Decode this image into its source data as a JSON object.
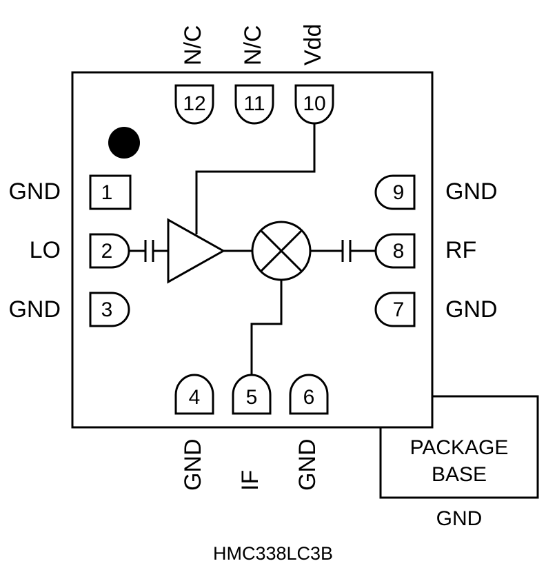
{
  "diagram": {
    "title": "HMC338LC3B",
    "caption": "HMC338LC3B",
    "package_base": {
      "line1": "PACKAGE",
      "line2": "BASE",
      "ground_label": "GND"
    },
    "pins": {
      "top": [
        {
          "number": "12",
          "label": "N/C"
        },
        {
          "number": "11",
          "label": "N/C"
        },
        {
          "number": "10",
          "label": "Vdd"
        }
      ],
      "left": [
        {
          "number": "1",
          "label": "GND"
        },
        {
          "number": "2",
          "label": "LO"
        },
        {
          "number": "3",
          "label": "GND"
        }
      ],
      "right": [
        {
          "number": "9",
          "label": "GND"
        },
        {
          "number": "8",
          "label": "RF"
        },
        {
          "number": "7",
          "label": "GND"
        }
      ],
      "bottom": [
        {
          "number": "4",
          "label": "GND"
        },
        {
          "number": "5",
          "label": "IF"
        },
        {
          "number": "6",
          "label": "GND"
        }
      ]
    },
    "symbols": {
      "amplifier": "amplifier-triangle",
      "mixer": "mixer-circle-x",
      "lo_capacitor": "dc-block-capacitor",
      "rf_capacitor": "dc-block-capacitor",
      "pin1_marker": "pin-one-dot"
    },
    "colors": {
      "stroke": "#000000",
      "fill": "#ffffff"
    }
  }
}
